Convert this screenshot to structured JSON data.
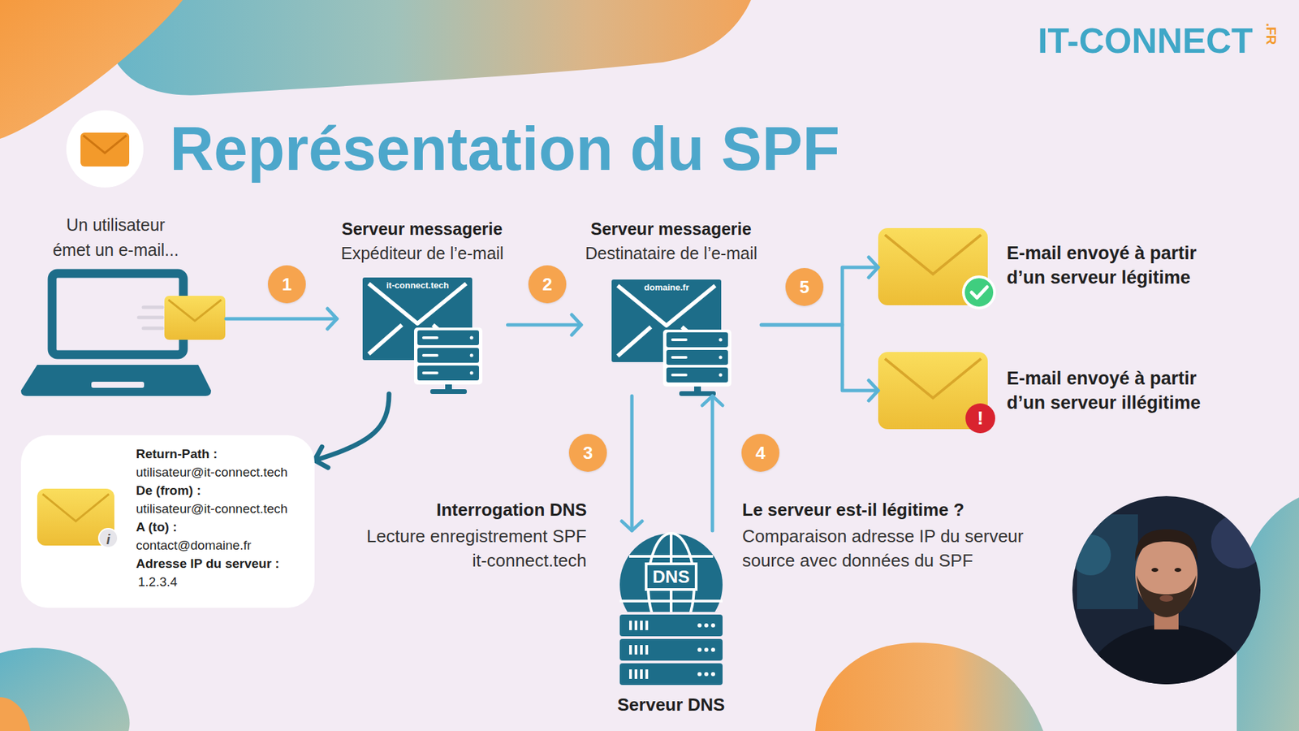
{
  "diagram": {
    "title": "Représentation du SPF",
    "nodes": [
      {
        "text": [
          "Un utilisateur émet un e-mail..."
        ]
      },
      {
        "text": [
          "Serveur messagerie",
          "Expéditeur de l’e-mail",
          "it-connect.tech"
        ]
      },
      {
        "text": [
          "Serveur messagerie",
          "Destinataire de l’e-mail",
          "domaine.fr"
        ]
      },
      {
        "text": [
          "E-mail envoyé à partir d’un serveur légitime"
        ]
      },
      {
        "text": [
          "!",
          "E-mail envoyé à partir d’un serveur illégitime"
        ]
      },
      {
        "text": [
          "i",
          "Return-Path :",
          "utilisateur@it-connect.tech",
          "De (from) :",
          "utilisateur@it-connect.tech",
          "A (to) :",
          "contact@domaine.fr",
          "Adresse IP du serveur :",
          "1.2.3.4"
        ]
      },
      {
        "text": [
          "DNS",
          "Serveur DNS"
        ]
      }
    ],
    "edges": [
      {
        "from": 0,
        "to": 1,
        "label": "1",
        "arrow": "to"
      },
      {
        "from": 1,
        "to": 2,
        "label": "2",
        "arrow": "to"
      },
      {
        "from": 2,
        "to": 6,
        "label": "3",
        "arrow": "to"
      },
      {
        "from": 6,
        "to": 2,
        "label": "4",
        "arrow": "to"
      },
      {
        "from": 2,
        "to": 3,
        "label": "5",
        "arrow": "to"
      },
      {
        "from": 2,
        "to": 4,
        "arrow": "to"
      },
      {
        "from": 1,
        "to": 5,
        "arrow": "to"
      }
    ],
    "labels": [
      "IT-CONNECT",
      ".FR",
      "Interrogation DNS",
      "Lecture enregistrement SPF it-connect.tech",
      "Le serveur est-il légitime ?",
      "Comparaison adresse IP du serveur source avec données du SPF"
    ]
  }
}
